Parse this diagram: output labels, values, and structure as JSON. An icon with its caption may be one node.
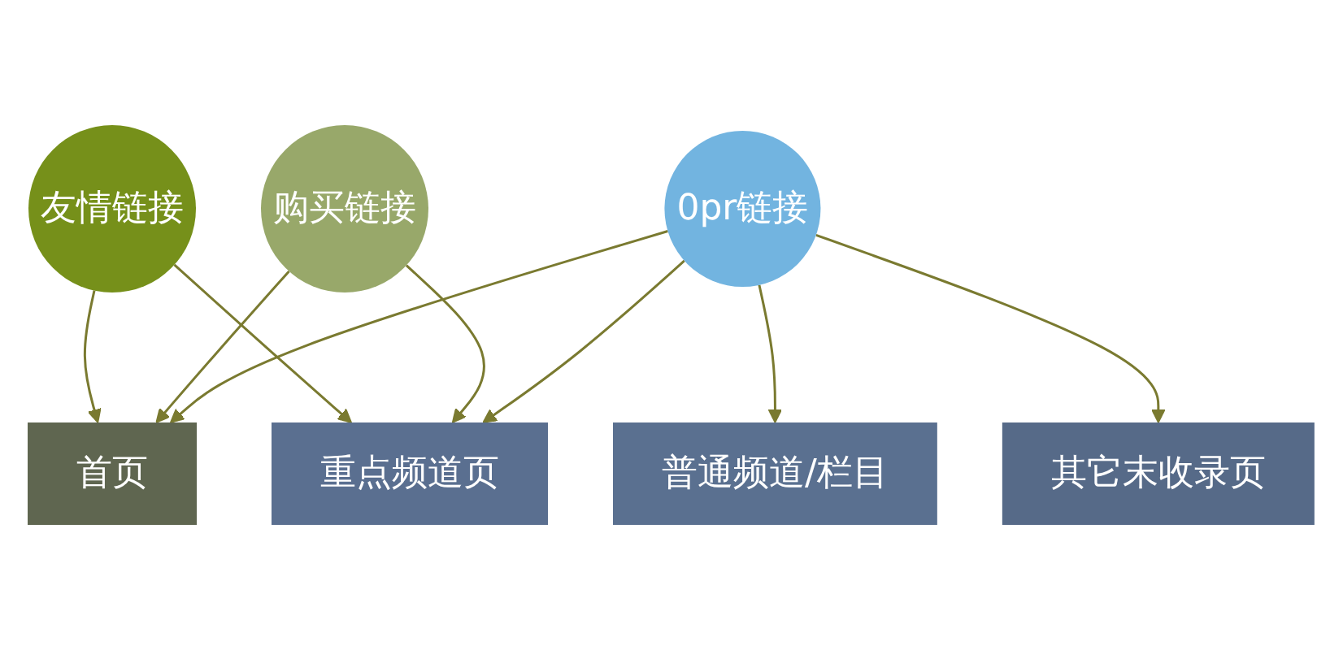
{
  "diagram": {
    "nodes": [
      {
        "text": [
          "友情链接"
        ]
      },
      {
        "text": [
          "购买链接"
        ]
      },
      {
        "text": [
          "0pr链接"
        ]
      },
      {
        "text": [
          "首页"
        ]
      },
      {
        "text": [
          "重点频道页"
        ]
      },
      {
        "text": [
          "普通频道/栏目"
        ]
      },
      {
        "text": [
          "其它末收录页"
        ]
      }
    ],
    "edges": [
      {
        "from": 0,
        "to": 3,
        "arrow": "to"
      },
      {
        "from": 0,
        "to": 4,
        "arrow": "to"
      },
      {
        "from": 1,
        "to": 3,
        "arrow": "to"
      },
      {
        "from": 1,
        "to": 4,
        "arrow": "to"
      },
      {
        "from": 2,
        "to": 3,
        "arrow": "to"
      },
      {
        "from": 2,
        "to": 4,
        "arrow": "to"
      },
      {
        "from": 2,
        "to": 5,
        "arrow": "to"
      },
      {
        "from": 2,
        "to": 6,
        "arrow": "to"
      }
    ]
  }
}
